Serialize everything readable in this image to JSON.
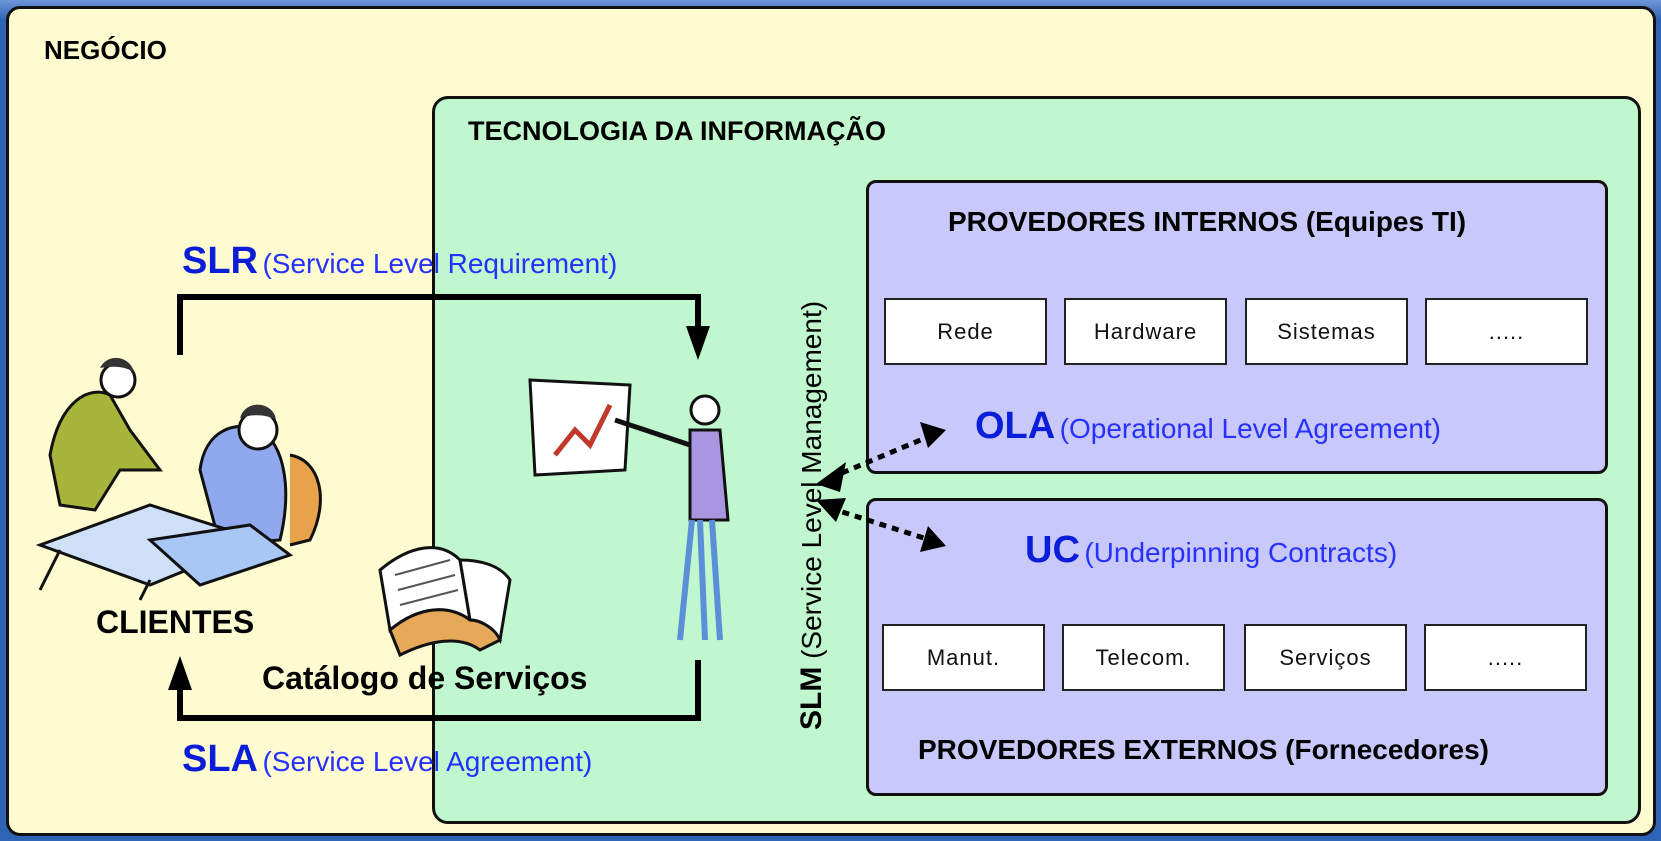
{
  "negocio": {
    "title": "NEGÓCIO"
  },
  "ti": {
    "title": "TECNOLOGIA DA INFORMAÇÃO"
  },
  "internos": {
    "title": "PROVEDORES INTERNOS (Equipes TI)",
    "services": [
      "Rede",
      "Hardware",
      "Sistemas",
      "....."
    ]
  },
  "externos": {
    "title": "PROVEDORES EXTERNOS (Fornecedores)",
    "services": [
      "Manut.",
      "Telecom.",
      "Serviços",
      "....."
    ]
  },
  "slr": {
    "acronym": "SLR",
    "expansion": "(Service Level Requirement)"
  },
  "sla": {
    "acronym": "SLA",
    "expansion": "(Service Level Agreement)"
  },
  "ola": {
    "acronym": "OLA",
    "expansion": "(Operational Level Agreement)"
  },
  "uc": {
    "acronym": "UC",
    "expansion": "(Underpinning Contracts)"
  },
  "slm": {
    "acronym": "SLM",
    "expansion": "(Service Level Management)"
  },
  "clientes": {
    "label": "CLIENTES"
  },
  "catalogo": {
    "label": "Catálogo de Serviços"
  },
  "colors": {
    "negocio_bg": "#fefbd0",
    "ti_bg": "#c0f7cf",
    "provider_bg": "#c8c8fb",
    "accent_blue": "#0a1dd9"
  }
}
